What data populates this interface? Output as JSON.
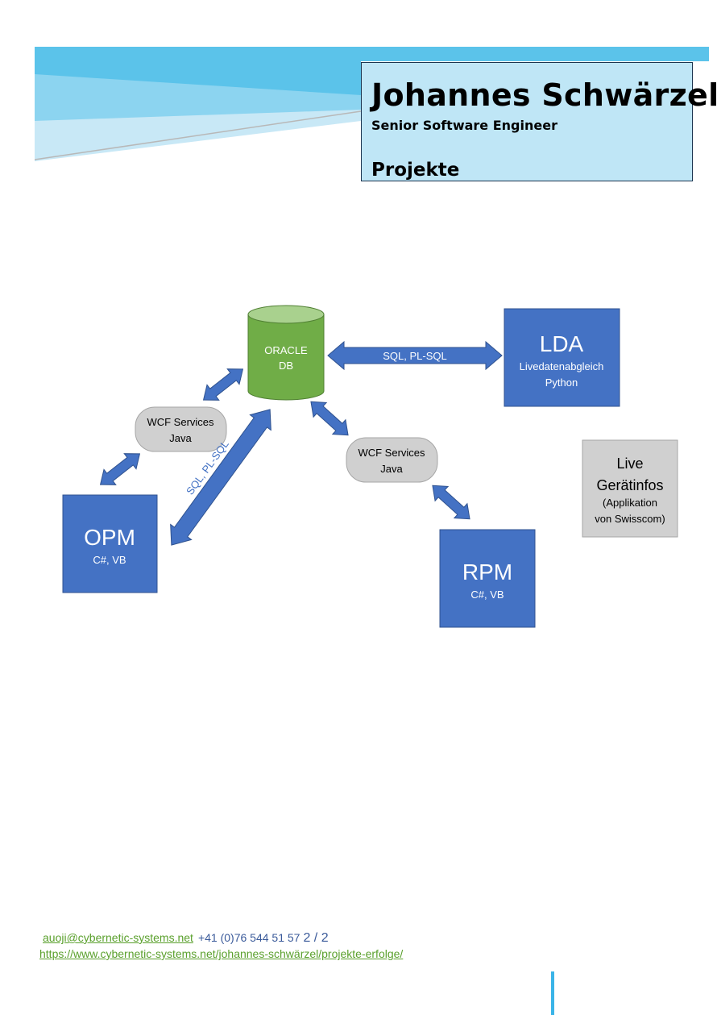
{
  "header": {
    "name": "Johannes Schwärzel",
    "role": "Senior Software Engineer",
    "section": "Projekte"
  },
  "diagram": {
    "db": {
      "line1": "ORACLE",
      "line2": "DB"
    },
    "lda": {
      "title": "LDA",
      "line1": "Livedatenabgleich",
      "line2": "Python"
    },
    "wcf_left": {
      "line1": "WCF Services",
      "line2": "Java"
    },
    "wcf_right": {
      "line1": "WCF Services",
      "line2": "Java"
    },
    "opm": {
      "title": "OPM",
      "subtitle": "C#, VB"
    },
    "rpm": {
      "title": "RPM",
      "subtitle": "C#, VB"
    },
    "live": {
      "line1": "Live",
      "line2": "Gerätinfos",
      "line3": "(Applikation",
      "line4": "von Swisscom)"
    },
    "arrow_sql_horizontal": "SQL, PL-SQL",
    "arrow_sql_diagonal": "SQL, PL-SQL"
  },
  "colors": {
    "box_blue": "#4472c4",
    "db_green": "#70ad47",
    "pill_gray": "#d0d0d0",
    "banner_blue": "#5bc3ea",
    "title_box_bg": "#bfe6f6"
  },
  "footer": {
    "email": "auoji@cybernetic-systems.net",
    "phone": "+41 (0)76 544 51 57",
    "pages": "2 / 2",
    "url": "https://www.cybernetic-systems.net/johannes-schwärzel/projekte-erfolge/"
  }
}
